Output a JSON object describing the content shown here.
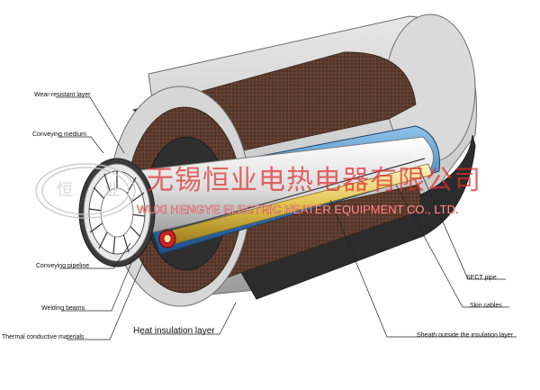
{
  "labels": {
    "wear_resistant_layer": "Wear-resistant layer",
    "conveying_medium": "Conveying medium",
    "conveying_pipeline": "Conveying pipeline",
    "welding_beams": "Welding beams",
    "thermal_conductive": "Thermal conductive materials",
    "heat_insulation": "Heat insulation layer",
    "sect_pipe": "SECT pipe",
    "skin_cables": "Skin cables",
    "sheath": "Sheath outside the insulation layer"
  },
  "watermark": {
    "company_cn": "无锡恒业电热电器有限公司",
    "company_en": "WUXI HENGYE ELECTRIC HEATER EQUIPMENT CO., LTD.",
    "logo_left": "恒",
    "logo_right": "业"
  },
  "colors": {
    "outer_shell": "#d4d4d4",
    "insulation": "#5a3a2c",
    "sheath": "#2c2c2c",
    "blue_layer": "#3f7fb8",
    "watermark_red": "#e03030"
  }
}
